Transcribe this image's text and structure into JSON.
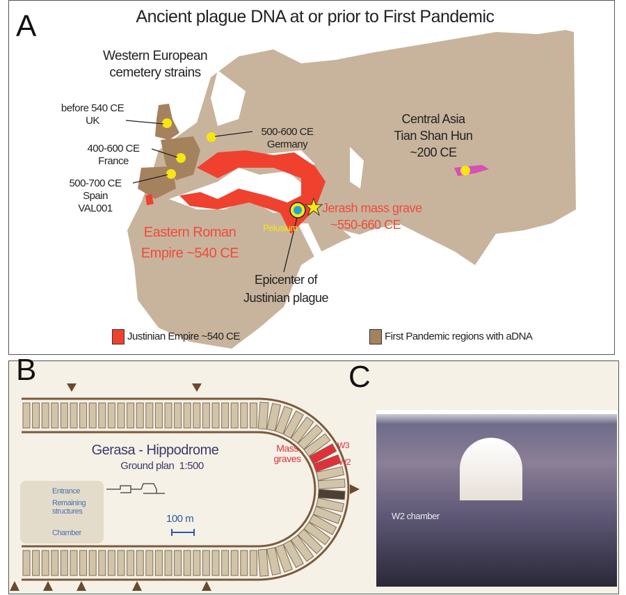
{
  "panel_a": {
    "letter": "A",
    "title": "Ancient plague DNA at or prior to First Pandemic",
    "western_label": [
      "Western European",
      "cemetery strains"
    ],
    "sites": [
      {
        "line1": "before 540 CE",
        "line2": "UK"
      },
      {
        "line1": "400-600 CE",
        "line2": "France"
      },
      {
        "line1": "500-700 CE",
        "line2": "Spain",
        "line3": "VAL001"
      },
      {
        "line1": "500-600 CE",
        "line2": "Germany"
      }
    ],
    "central_asia": [
      "Central Asia",
      "Tian Shan Hun",
      "~200 CE"
    ],
    "jerash": [
      "Jerash mass grave",
      "~550-660 CE"
    ],
    "pelusium": "Pelusium",
    "eastern_roman": [
      "Eastern Roman",
      "Empire ~540 CE"
    ],
    "epicenter": [
      "Epicenter of",
      "Justinian plague"
    ],
    "legend": [
      {
        "label": "Justinian Empire ~540 CE",
        "color": "#f0412f"
      },
      {
        "label": "First Pandemic regions with aDNA",
        "color": "#a5825e"
      }
    ],
    "colors": {
      "land": "#c8b49c",
      "empire": "#f0412f",
      "site": "#f5e614",
      "hun": "#d94fb5"
    }
  },
  "panel_b": {
    "letter": "B",
    "title": "Gerasa - Hippodrome",
    "subtitle": "Ground plan  1:500",
    "mass_graves": [
      "Mass",
      "graves"
    ],
    "w3": "W3",
    "w2": "W2",
    "scale": "100 m",
    "legend": {
      "entrance": "Entrance",
      "remaining": [
        "Remaining",
        "structures"
      ],
      "chamber": "Chamber"
    }
  },
  "panel_c": {
    "letter": "C",
    "photo_label": "W2 chamber"
  }
}
